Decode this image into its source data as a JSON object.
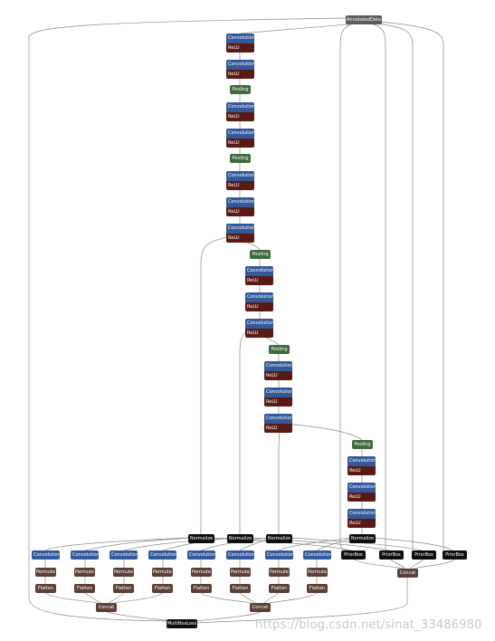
{
  "labels": {
    "annotated_data": "AnnotatedData",
    "convolution": "Convolution",
    "relu": "ReLU",
    "pooling": "Pooling",
    "normalize": "Normalize",
    "permute": "Permute",
    "flatten": "Flatten",
    "concat": "Concat",
    "priorbox": "PriorBox",
    "loss": "MultiBoxLoss"
  },
  "watermark": "https://blog.csdn.net/sinat_33486980",
  "colors": {
    "convolution": "#33599b",
    "relu": "#5a1a14",
    "pooling": "#3f6b3f",
    "black": "#0e0e0e",
    "brown": "#5d4038",
    "gray": "#5b5b5b",
    "edge": "#888888"
  }
}
